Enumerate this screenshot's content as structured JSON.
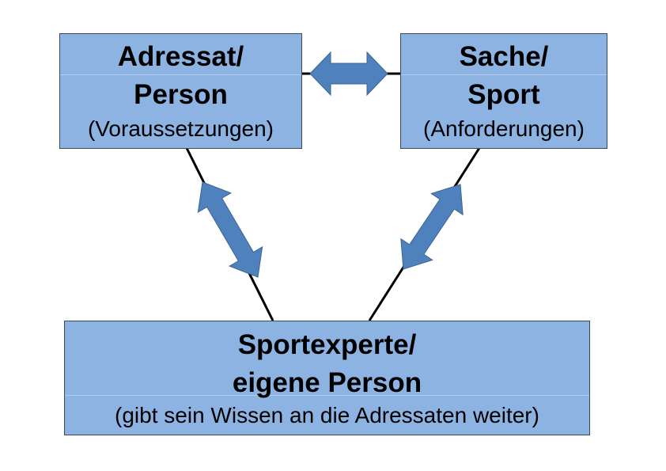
{
  "colors": {
    "box_fill": "#8db3e2",
    "arrow_fill": "#4f81bd",
    "line": "#000000"
  },
  "nodes": {
    "adressat": {
      "line1": "Adressat/",
      "line2": "Person",
      "sub": "(Voraussetzungen)"
    },
    "sache": {
      "line1": "Sache/",
      "line2": "Sport",
      "sub": "(Anforderungen)"
    },
    "experte": {
      "line1": "Sportexperte/",
      "line2": "eigene Person",
      "sub": "(gibt sein Wissen an die Adressaten weiter)"
    }
  }
}
